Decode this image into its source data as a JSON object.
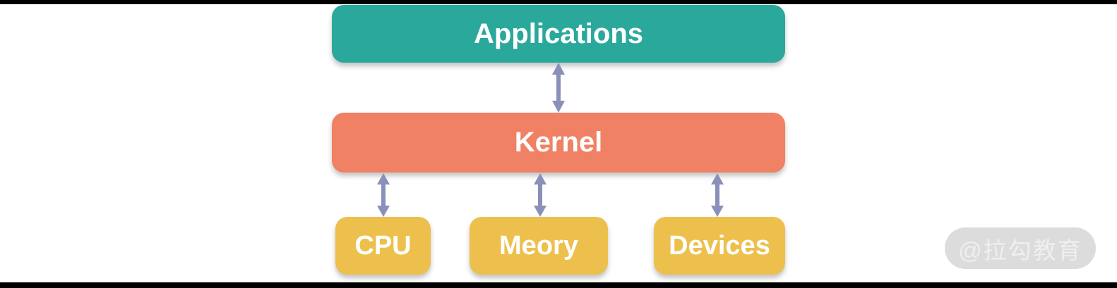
{
  "diagram": {
    "nodes": {
      "applications": {
        "label": "Applications",
        "color": "#2AA89B"
      },
      "kernel": {
        "label": "Kernel",
        "color": "#F08164"
      },
      "cpu": {
        "label": "CPU",
        "color": "#EDC04D"
      },
      "memory": {
        "label": "Meory",
        "color": "#EDC04D"
      },
      "devices": {
        "label": "Devices",
        "color": "#EDC04D"
      }
    },
    "edges": [
      {
        "from": "Applications",
        "to": "Kernel",
        "style": "double-arrow"
      },
      {
        "from": "Kernel",
        "to": "CPU",
        "style": "double-arrow"
      },
      {
        "from": "Kernel",
        "to": "Meory",
        "style": "double-arrow"
      },
      {
        "from": "Kernel",
        "to": "Devices",
        "style": "double-arrow"
      }
    ],
    "arrow_color": "#8A90B9",
    "label_text_color": "#FFFFFF",
    "border_bar_color": "#000000"
  },
  "watermark": {
    "label": "@拉勾教育",
    "background": "#DCDCDC",
    "text_color": "#EFEFEF"
  }
}
